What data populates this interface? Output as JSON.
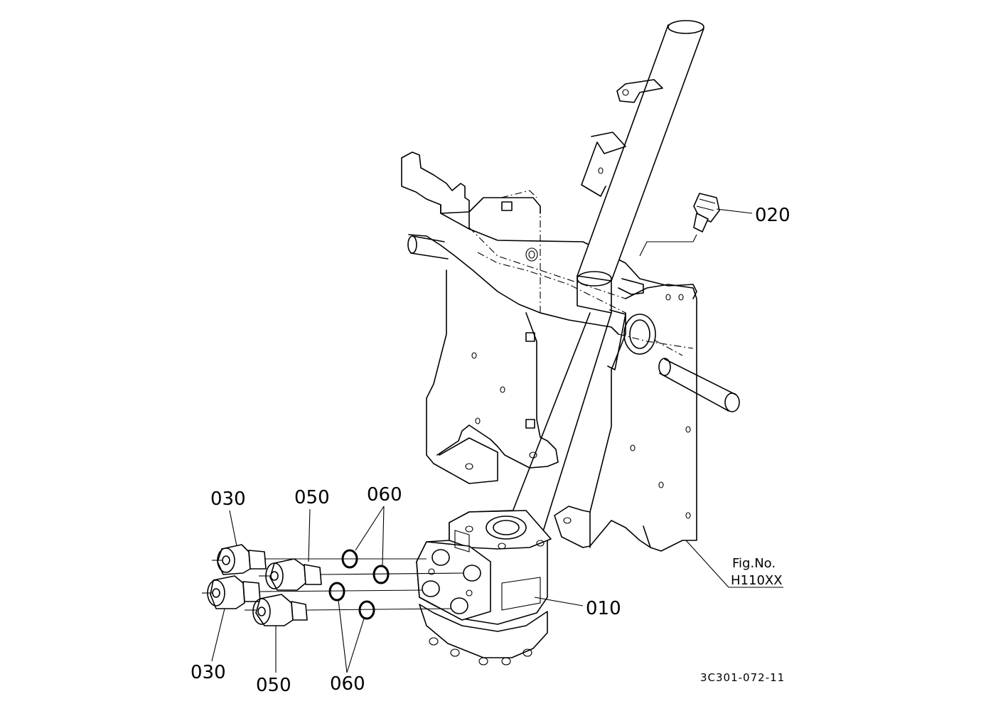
{
  "diagram": {
    "part_labels": {
      "p010": "010",
      "p020": "020",
      "p030_top": "030",
      "p030_bottom": "030",
      "p050_top": "050",
      "p050_bottom": "050",
      "p060_top": "060",
      "p060_bottom": "060"
    },
    "fig_no_label": "Fig.No.",
    "fig_no_value": "H110XX",
    "drawing_code": "3C301-072-11"
  }
}
